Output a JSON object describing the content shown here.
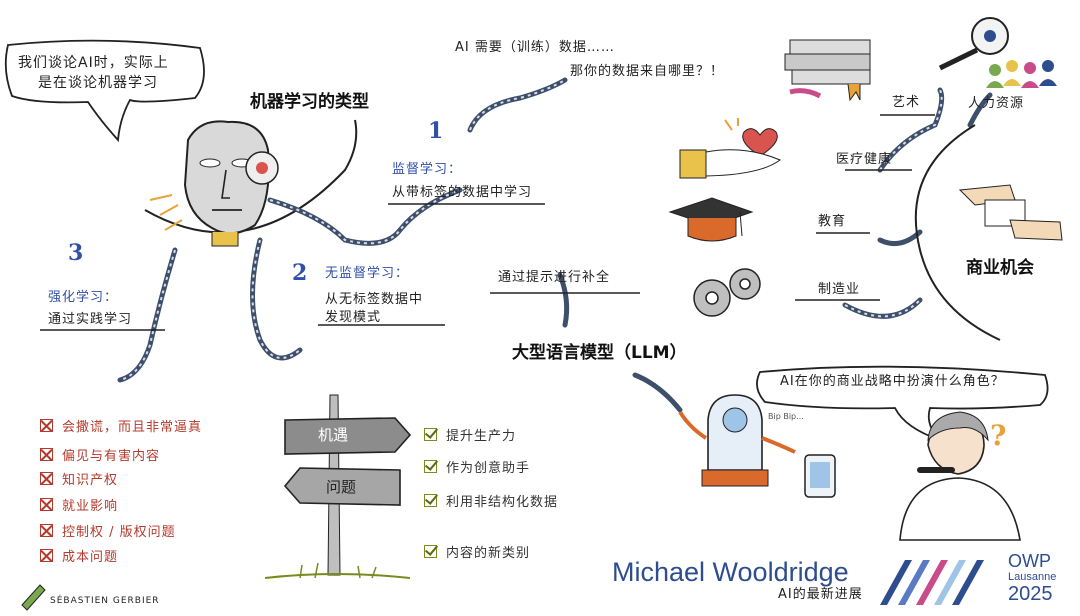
{
  "quote_top_left": [
    "我们谈论AI时，实际上",
    "是在谈论机器学习"
  ],
  "types_title": "机器学习的类型",
  "data_question": [
    "AI 需要（训练）数据……",
    "那你的数据来自哪里？！"
  ],
  "learning_types": [
    {
      "number": "1",
      "title": "监督学习：",
      "desc": [
        "从带标签的数据中学习"
      ]
    },
    {
      "number": "2",
      "title": "无监督学习：",
      "desc": [
        "从无标签数据中",
        "发现模式"
      ]
    },
    {
      "number": "3",
      "title": "强化学习：",
      "desc": [
        "通过实践学习"
      ]
    }
  ],
  "prompt_label": "通过提示进行补全",
  "llm_title": "大型语言模型（LLM）",
  "industries": [
    "艺术",
    "人力资源",
    "医疗健康",
    "教育",
    "制造业"
  ],
  "business_title": "商业机会",
  "strategy_question": "AI在你的商业战略中扮演什么角色？",
  "risks": [
    "会撒谎，而且非常逼真",
    "偏见与有害内容",
    "知识产权",
    "就业影响",
    "控制权 / 版权问题",
    "成本问题"
  ],
  "signpost": {
    "top": "机遇",
    "bottom": "问题"
  },
  "opportunities": [
    "提升生产力",
    "作为创意助手",
    "利用非结构化数据",
    "内容的新类别"
  ],
  "robot_sound": "Bip Bip...",
  "artist": "SÉBASTIEN GERBIER",
  "speaker": "Michael Wooldridge",
  "subtitle": "AI的最新进展",
  "event": {
    "name": "OWP",
    "city": "Lausanne",
    "year": "2025"
  },
  "colors": {
    "number_blue": "#2f4fa8",
    "risk_red": "#b33a2c",
    "check_green": "#7a8a1f",
    "speaker_blue": "#2e4d8f",
    "orange_accent": "#e8a23a"
  }
}
